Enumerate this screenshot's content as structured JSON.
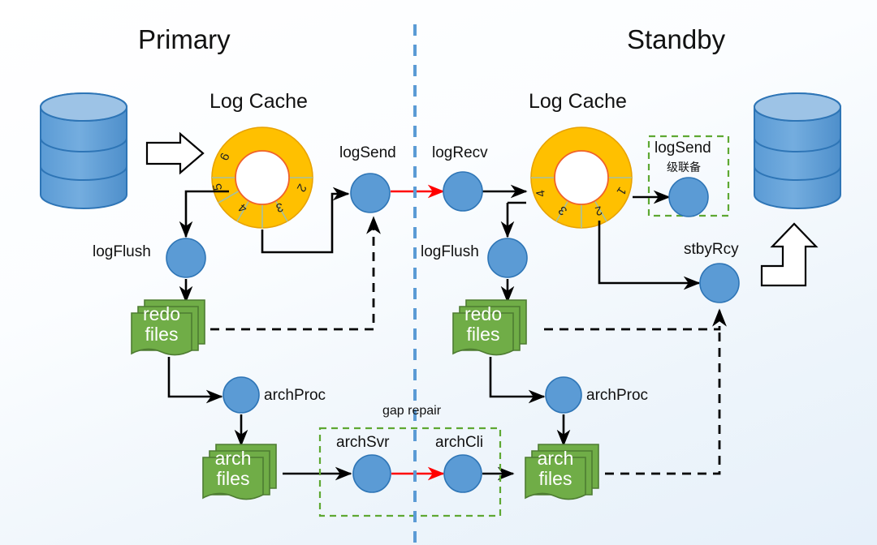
{
  "palette": {
    "circle_blue": "#5B9BD5",
    "circle_stroke": "#2E75B6",
    "donut_orange": "#FFC000",
    "donut_stroke": "#E8A200",
    "file_green": "#70AD47",
    "file_stroke": "#4E7C32",
    "db_blue": "#5B9BD5",
    "db_top": "#9DC3E6",
    "divider_blue": "#5B9BD5",
    "dashed_box_green": "#5EA832",
    "red_arrow": "#FF0000",
    "black_arrow": "#000000",
    "text": "#111111"
  },
  "headers": {
    "primary": "Primary",
    "standby": "Standby"
  },
  "primary": {
    "cache_title": "Log Cache",
    "donut_segments": [
      "2",
      "3",
      "4",
      "5",
      "6"
    ],
    "log_send": "logSend",
    "log_flush": "logFlush",
    "redo_files": "redo\nfiles",
    "arch_proc": "archProc",
    "arch_files": "arch\nfiles"
  },
  "standby": {
    "cache_title": "Log Cache",
    "donut_segments": [
      "1",
      "2",
      "3",
      "4"
    ],
    "log_recv": "logRecv",
    "log_flush": "logFlush",
    "log_send_cascade": "logSend",
    "log_send_cascade_sub": "级联备",
    "stby_rcy": "stbyRcy",
    "redo_files": "redo\nfiles",
    "arch_proc": "archProc",
    "arch_files": "arch\nfiles"
  },
  "middle": {
    "gap_repair": "gap repair",
    "arch_svr": "archSvr",
    "arch_cli": "archCli"
  }
}
